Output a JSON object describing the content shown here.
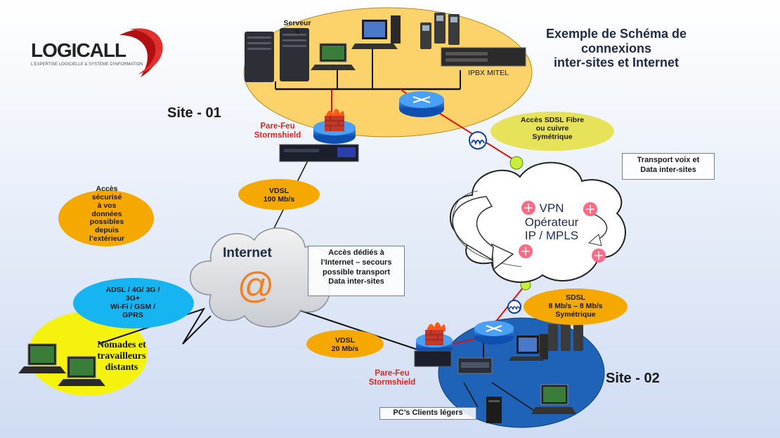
{
  "logo": {
    "name": "LOGICALL",
    "tagline": "L'EXPERTISE LOGICIELLE & SYSTEME D'INFORMATION"
  },
  "title": "Exemple de Schéma de\nconnexions\ninter-sites et Internet",
  "site1": {
    "label": "Site - 01",
    "servers_label": "Serveur\ns",
    "ipbx_label": "IPBX MITEL",
    "firewall_label": "Pare-Feu\nStormshield"
  },
  "site2": {
    "label": "Site - 02",
    "firewall_label": "Pare-Feu\nStormshield",
    "thin_clients_label": "PC’s Clients légers"
  },
  "links": {
    "sdsl_fibre": "Accès SDSL Fibre\nou cuivre\nSymétrique",
    "vdsl_100": "VDSL\n100 Mb/s",
    "vdsl_20": "VDSL\n20 Mb/s",
    "sdsl_8": "SDSL\n8 Mb/s – 8 Mb/s\nSymétrique",
    "adsl_mobile": "ADSL / 4G/ 3G /\n3G+\nWi-Fi / GSM /\nGPRS"
  },
  "annotations": {
    "secure_access": "Accès\nsécurisé\nà vos\ndonnées\npossibles\ndepuis\nl’extérieur",
    "transport": "Transport voix et\nData inter-sites",
    "dedicated": "Accès dédiés à\nl’Internet – secours\npossible transport\nData inter-sites"
  },
  "vpn": {
    "label": "VPN\nOpérateur\nIP / MPLS"
  },
  "internet": {
    "label": "Internet",
    "symbol": "@"
  },
  "nomads": {
    "label": "Nomades et\ntravailleurs\ndistants"
  },
  "colors": {
    "site1_zone": "#fcd36a",
    "site2_zone": "#1f63b8",
    "nomad_zone": "#f4f20e",
    "bubble": "#f5a800",
    "bubble_green": "#e6e35a",
    "cyan": "#16b5f1",
    "router": "#1e73d8",
    "link_red": "#e01010",
    "accent_red": "#e0261c"
  }
}
